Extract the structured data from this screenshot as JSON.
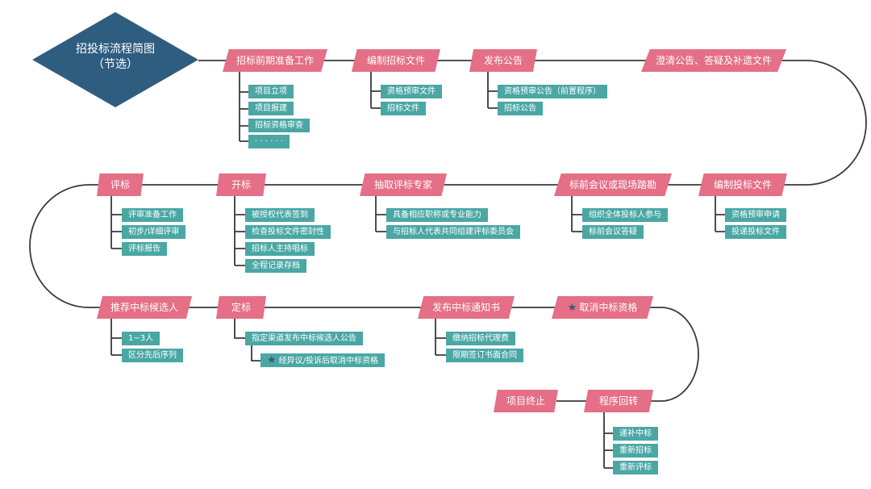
{
  "title": {
    "line1": "招投标流程简图",
    "line2": "（节选）"
  },
  "colors": {
    "diamond": "#2f5d80",
    "stage": "#e46f86",
    "leaf": "#4aa7a4",
    "line": "#3a3a3a",
    "star": "#3b5876"
  },
  "stages": {
    "prep": "招标前期准备工作",
    "compile_tender": "编制招标文件",
    "publish_notice": "发布公告",
    "clarify": "澄清公告、答疑及补遗文件",
    "compile_bid": "编制投标文件",
    "pre_bid_meeting": "标前会议或现场踏勘",
    "draw_experts": "抽取评标专家",
    "open_bid": "开标",
    "evaluate": "评标",
    "recommend": "推荐中标候选人",
    "decide": "定标",
    "award_notice": "发布中标通知书",
    "cancel": "取消中标资格",
    "reopen": "程序回转",
    "terminate": "项目终止"
  },
  "leaves": {
    "prep": [
      "项目立项",
      "项目报建",
      "招标资格审查",
      "· · · · · ·"
    ],
    "compile_tender": [
      "资格预审文件",
      "招标文件"
    ],
    "publish_notice": [
      "资格预审公告（前置程序）",
      "招标公告"
    ],
    "compile_bid": [
      "资格预审申请",
      "投递投标文件"
    ],
    "pre_bid_meeting": [
      "组织全体投标人参与",
      "标前会议答疑"
    ],
    "draw_experts": [
      "具备相应职称或专业能力",
      "与招标人代表共同组建评标委员会"
    ],
    "open_bid": [
      "被授权代表签到",
      "检查投标文件密封性",
      "招标人主持唱标",
      "全程记录存档"
    ],
    "evaluate": [
      "评审准备工作",
      "初步/详细评审",
      "评标报告"
    ],
    "recommend": [
      "1~3人",
      "区分先后序列"
    ],
    "decide": [
      "指定渠道发布中标候选人公告",
      "经异议/投诉后取消中标资格"
    ],
    "award_notice": [
      "缴纳招标代理费",
      "限期签订书面合同"
    ],
    "reopen": [
      "递补中标",
      "重新招标",
      "重新评标"
    ]
  }
}
